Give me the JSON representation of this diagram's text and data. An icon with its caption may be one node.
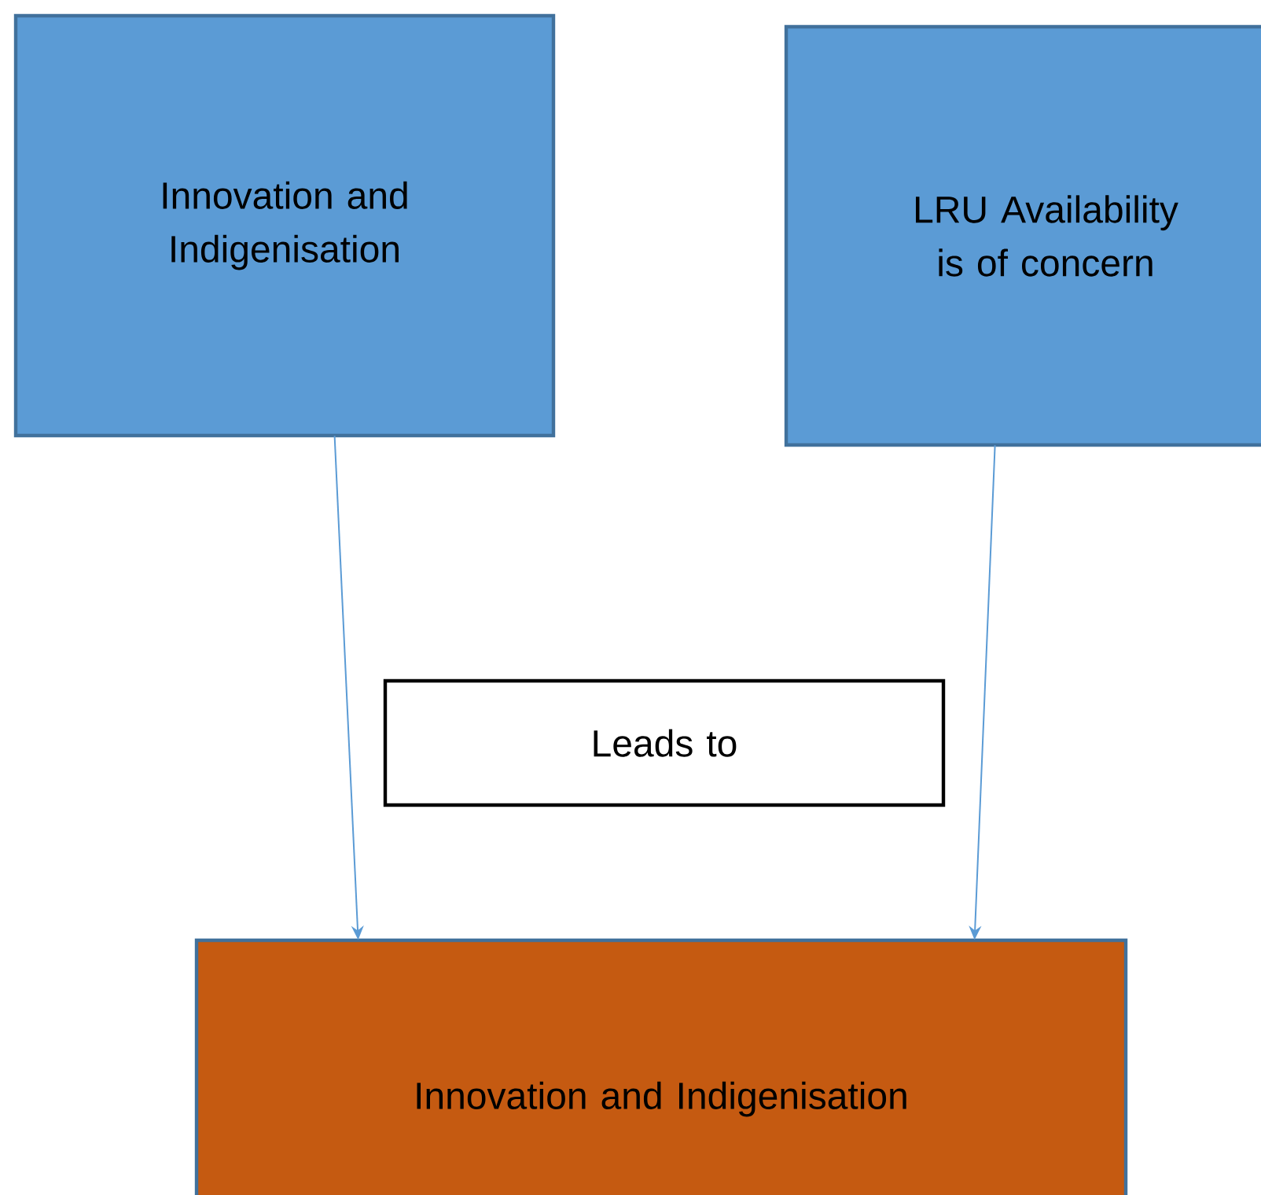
{
  "diagram": {
    "nodes": [
      {
        "text": [
          "Innovation and Indigenisation"
        ]
      },
      {
        "text": [
          "LRU Availability is of concern"
        ]
      },
      {
        "text": [
          "Leads to"
        ]
      },
      {
        "text": [
          "Innovation and Indigenisation"
        ]
      }
    ],
    "edges": [
      {
        "from": 0,
        "to": 3,
        "arrow": "to"
      },
      {
        "from": 1,
        "to": 3,
        "arrow": "to"
      }
    ]
  }
}
